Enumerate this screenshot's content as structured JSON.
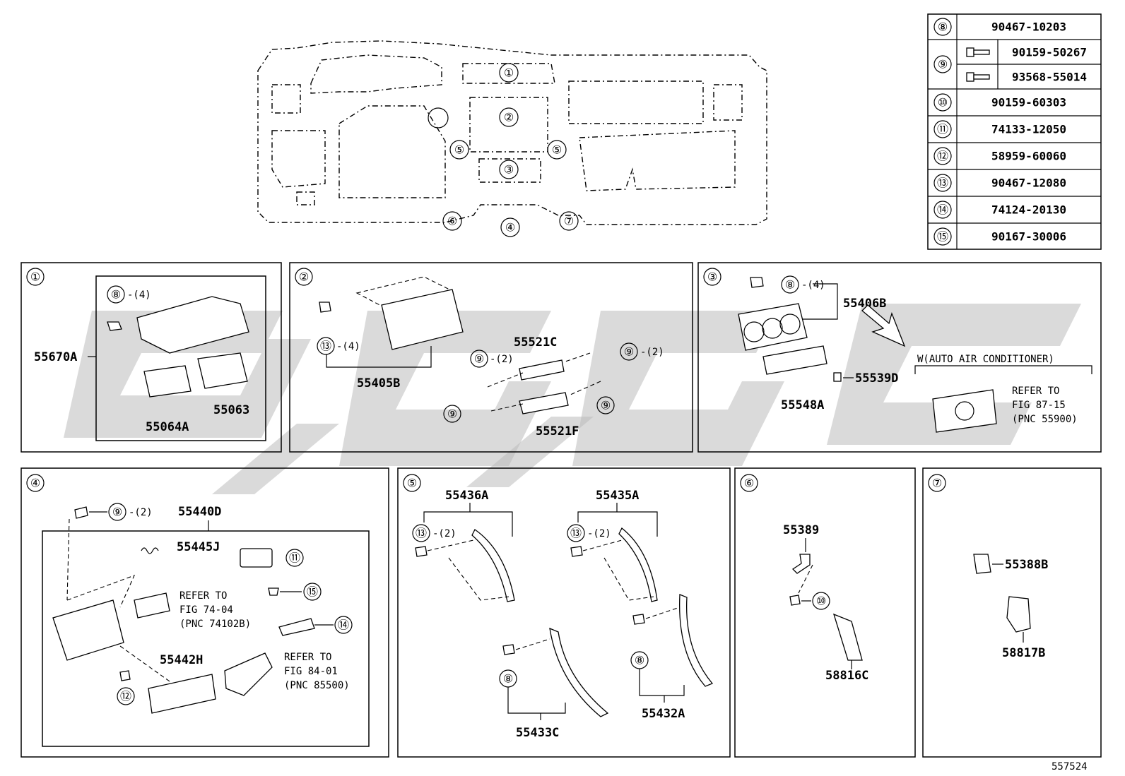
{
  "diagram_number": "557524",
  "fastener_table": [
    {
      "ref": "⑧",
      "parts": [
        "90467-10203"
      ]
    },
    {
      "ref": "⑨",
      "parts": [
        "90159-50267",
        "93568-55014"
      ]
    },
    {
      "ref": "⑩",
      "parts": [
        "90159-60303"
      ]
    },
    {
      "ref": "⑪",
      "parts": [
        "74133-12050"
      ]
    },
    {
      "ref": "⑫",
      "parts": [
        "58959-60060"
      ]
    },
    {
      "ref": "⑬",
      "parts": [
        "90467-12080"
      ]
    },
    {
      "ref": "⑭",
      "parts": [
        "74124-20130"
      ]
    },
    {
      "ref": "⑮",
      "parts": [
        "90167-30006"
      ]
    }
  ],
  "overview_callouts": [
    "①",
    "②",
    "③",
    "④",
    "⑤",
    "⑤",
    "⑥",
    "⑦"
  ],
  "panels": {
    "p1": {
      "num": "①",
      "parts": [
        "55670A",
        "55064A",
        "55063"
      ],
      "qty": "-(4)",
      "fastener": "⑧"
    },
    "p2": {
      "num": "②",
      "parts": [
        "55405B",
        "55521C",
        "55521F"
      ],
      "qty_a": "-(4)",
      "qty_b": "-(2)",
      "qty_c": "-(2)",
      "f13": "⑬",
      "f9": "⑨"
    },
    "p3": {
      "num": "③",
      "parts": [
        "55406B",
        "55548A",
        "55539D"
      ],
      "qty": "-(4)",
      "fastener": "⑧",
      "condition": "W(AUTO AIR CONDITIONER)",
      "refer": [
        "REFER TO",
        "FIG 87-15",
        "(PNC 55900)"
      ]
    },
    "p4": {
      "num": "④",
      "parts": [
        "55440D",
        "55445J",
        "55442H"
      ],
      "qty": "-(2)",
      "refer_a": [
        "REFER TO",
        "FIG 74-04",
        "(PNC 74102B)"
      ],
      "refer_b": [
        "REFER TO",
        "FIG 84-01",
        "(PNC 85500)"
      ],
      "f9": "⑨",
      "f11": "⑪",
      "f12": "⑫",
      "f14": "⑭",
      "f15": "⑮"
    },
    "p5": {
      "num": "⑤",
      "parts": [
        "55436A",
        "55435A",
        "55433C",
        "55432A"
      ],
      "qty": "-(2)",
      "f13": "⑬",
      "f8": "⑧"
    },
    "p6": {
      "num": "⑥",
      "parts": [
        "55389",
        "58816C"
      ],
      "f10": "⑩"
    },
    "p7": {
      "num": "⑦",
      "parts": [
        "55388B",
        "58817B"
      ]
    }
  }
}
